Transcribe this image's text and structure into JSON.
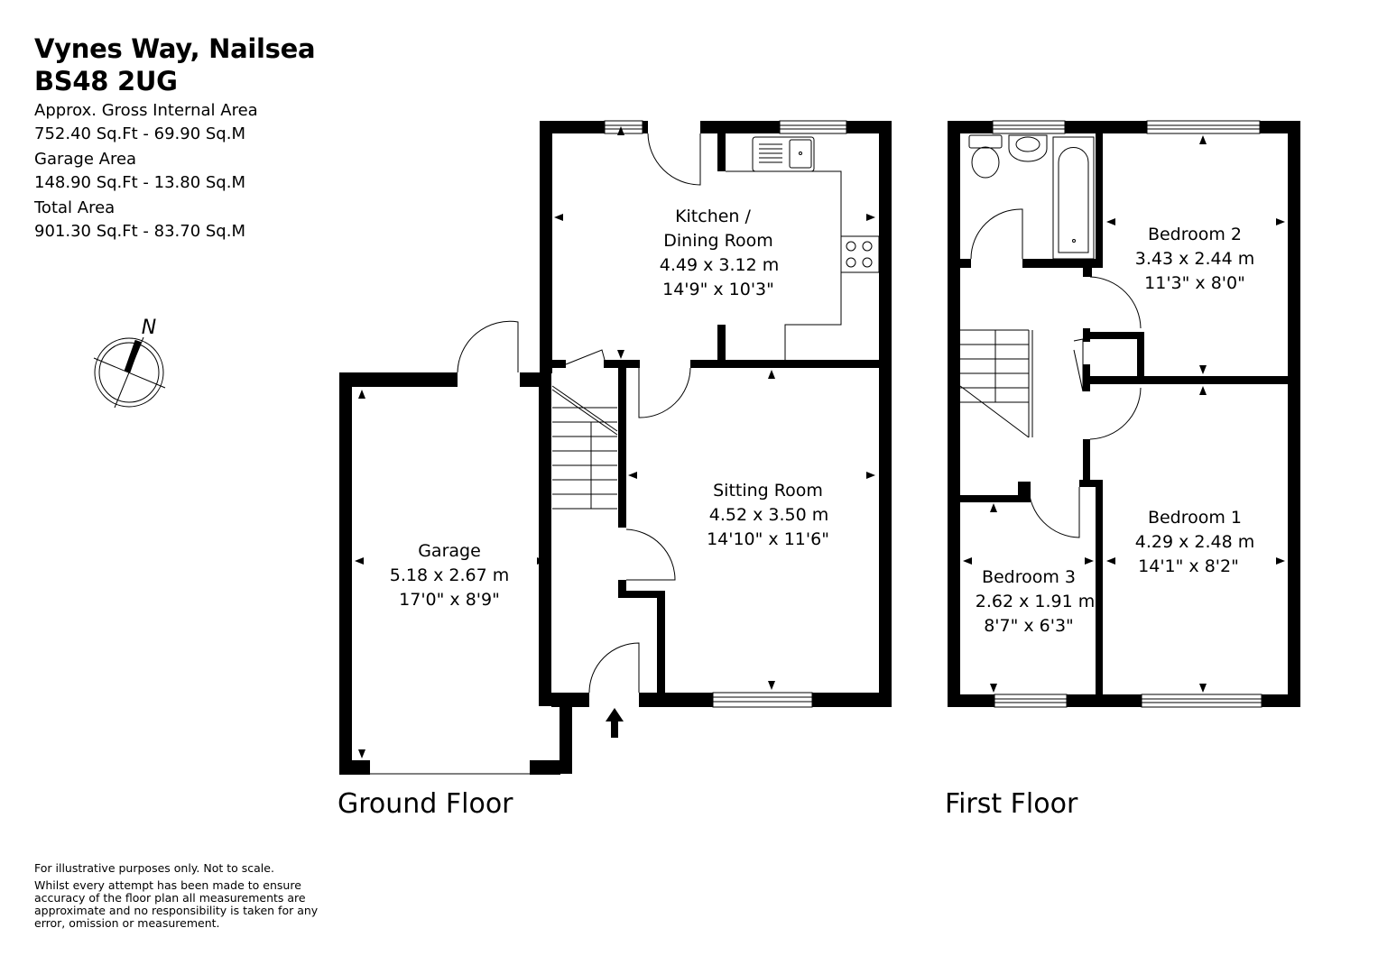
{
  "header": {
    "address_line1": "Vynes Way, Nailsea",
    "address_line2": "BS48 2UG",
    "areas": [
      {
        "label": "Approx. Gross Internal Area",
        "value": "752.40 Sq.Ft - 69.90 Sq.M"
      },
      {
        "label": "Garage Area",
        "value": "148.90 Sq.Ft - 13.80 Sq.M"
      },
      {
        "label": "Total Area",
        "value": "901.30 Sq.Ft - 83.70 Sq.M"
      }
    ]
  },
  "compass": {
    "label": "N",
    "icon": "north-compass-icon"
  },
  "floors": {
    "ground": {
      "label": "Ground Floor",
      "rooms": [
        {
          "name": "Kitchen /",
          "name2": "Dining Room",
          "metric": "4.49 x 3.12 m",
          "imperial": "14'9\" x 10'3\""
        },
        {
          "name": "Sitting Room",
          "metric": "4.52 x 3.50 m",
          "imperial": "14'10\" x 11'6\""
        },
        {
          "name": "Garage",
          "metric": "5.18 x 2.67 m",
          "imperial": "17'0\" x 8'9\""
        }
      ],
      "entrance_icon": "entrance-arrow-icon"
    },
    "first": {
      "label": "First Floor",
      "rooms": [
        {
          "name": "Bedroom 2",
          "metric": "3.43 x 2.44 m",
          "imperial": "11'3\" x 8'0\""
        },
        {
          "name": "Bedroom 1",
          "metric": "4.29 x 2.48 m",
          "imperial": "14'1\" x 8'2\""
        },
        {
          "name": "Bedroom 3",
          "metric": "2.62 x 1.91 m",
          "imperial": "8'7\" x 6'3\""
        }
      ]
    }
  },
  "disclaimer": {
    "line1": "For illustrative purposes only. Not to scale.",
    "line2": "Whilst every attempt has been made to ensure accuracy of the floor plan all measurements are approximate and no responsibility is taken for any error, omission or measurement."
  }
}
